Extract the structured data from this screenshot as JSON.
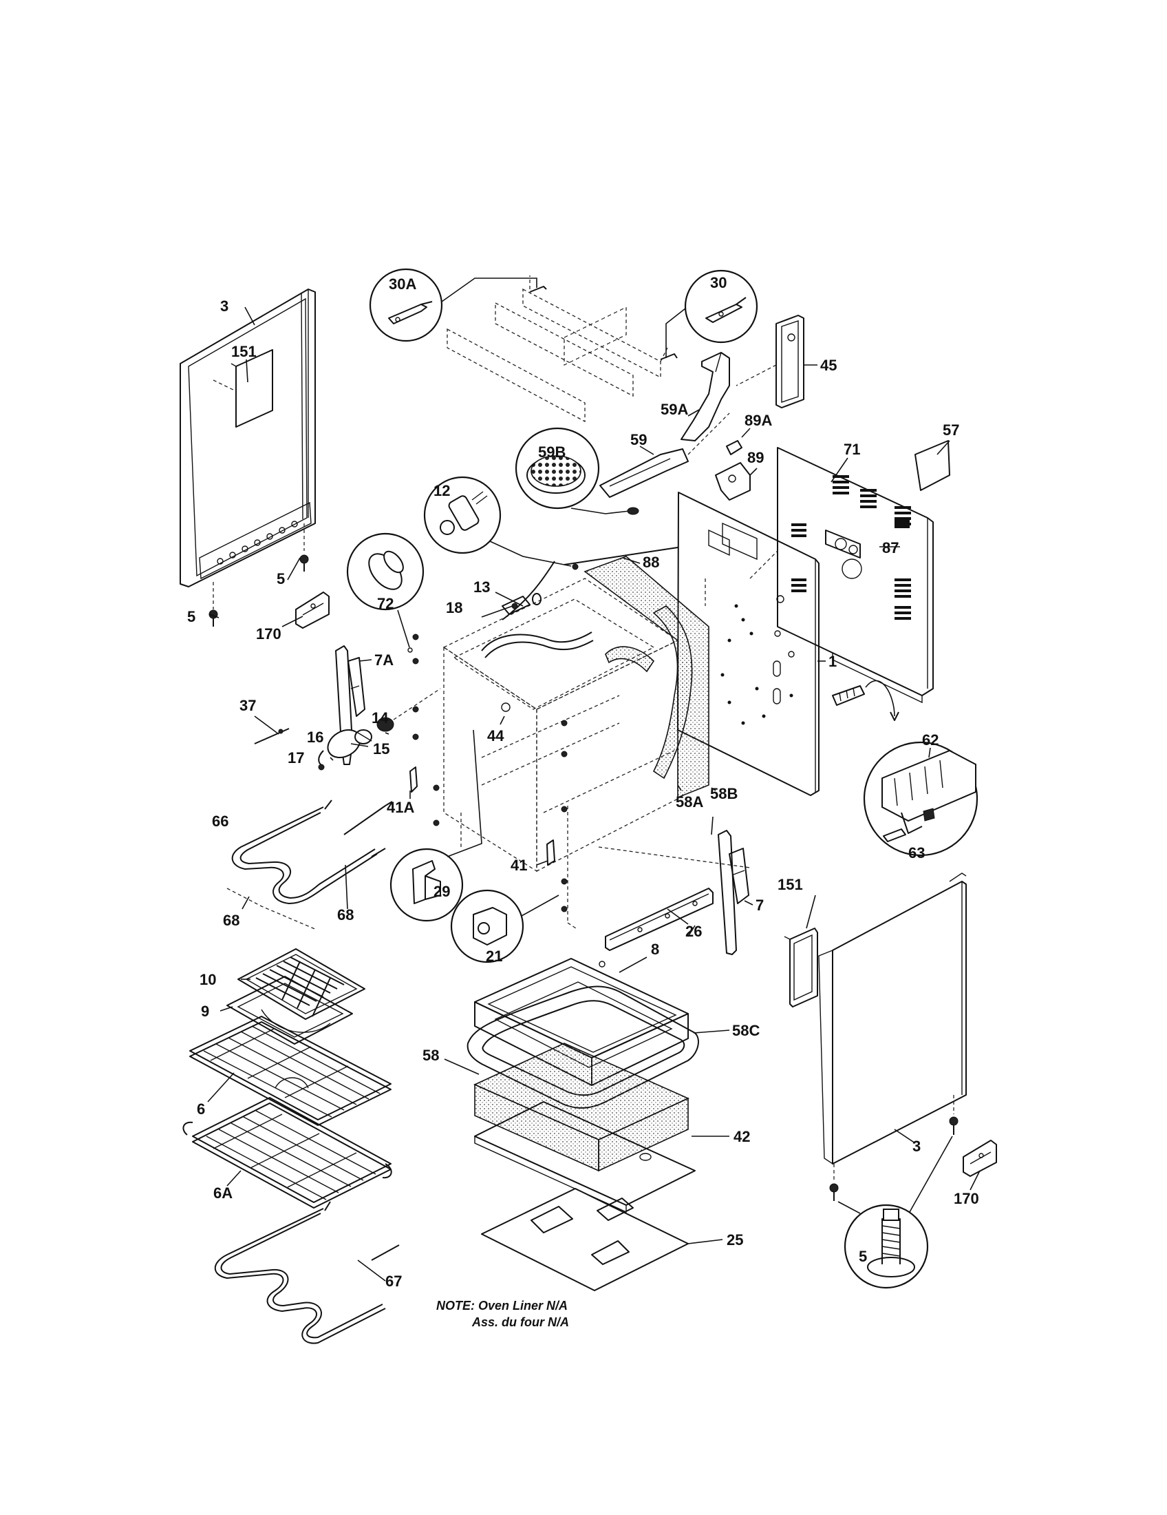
{
  "diagram": {
    "labels": {
      "l3_left": "3",
      "l151_left": "151",
      "l5_a": "5",
      "l5_b": "5",
      "l170_left": "170",
      "l30A": "30A",
      "l30": "30",
      "l45": "45",
      "l59A": "59A",
      "l89A": "89A",
      "l59": "59",
      "l59B": "59B",
      "l89": "89",
      "l71": "71",
      "l57": "57",
      "l12": "12",
      "l88": "88",
      "l87": "87",
      "l13": "13",
      "l72": "72",
      "l18": "18",
      "l7A": "7A",
      "l1": "1",
      "l37": "37",
      "l14": "14",
      "l16": "16",
      "l17": "17",
      "l15": "15",
      "l44": "44",
      "l41A": "41A",
      "l58A": "58A",
      "l58B": "58B",
      "l62": "62",
      "l63": "63",
      "l66": "66",
      "l41": "41",
      "l29": "29",
      "l68_a": "68",
      "l68_b": "68",
      "l21": "21",
      "l26": "26",
      "l7": "7",
      "l151_right": "151",
      "l8": "8",
      "l10": "10",
      "l9": "9",
      "l58C": "58C",
      "l58": "58",
      "l6": "6",
      "l42": "42",
      "l3_right": "3",
      "l6A": "6A",
      "l25": "25",
      "l170_right": "170",
      "l5_c": "5",
      "l67": "67"
    },
    "note_line1": "NOTE: Oven Liner N/A",
    "note_line2": "Ass. du four N/A"
  }
}
